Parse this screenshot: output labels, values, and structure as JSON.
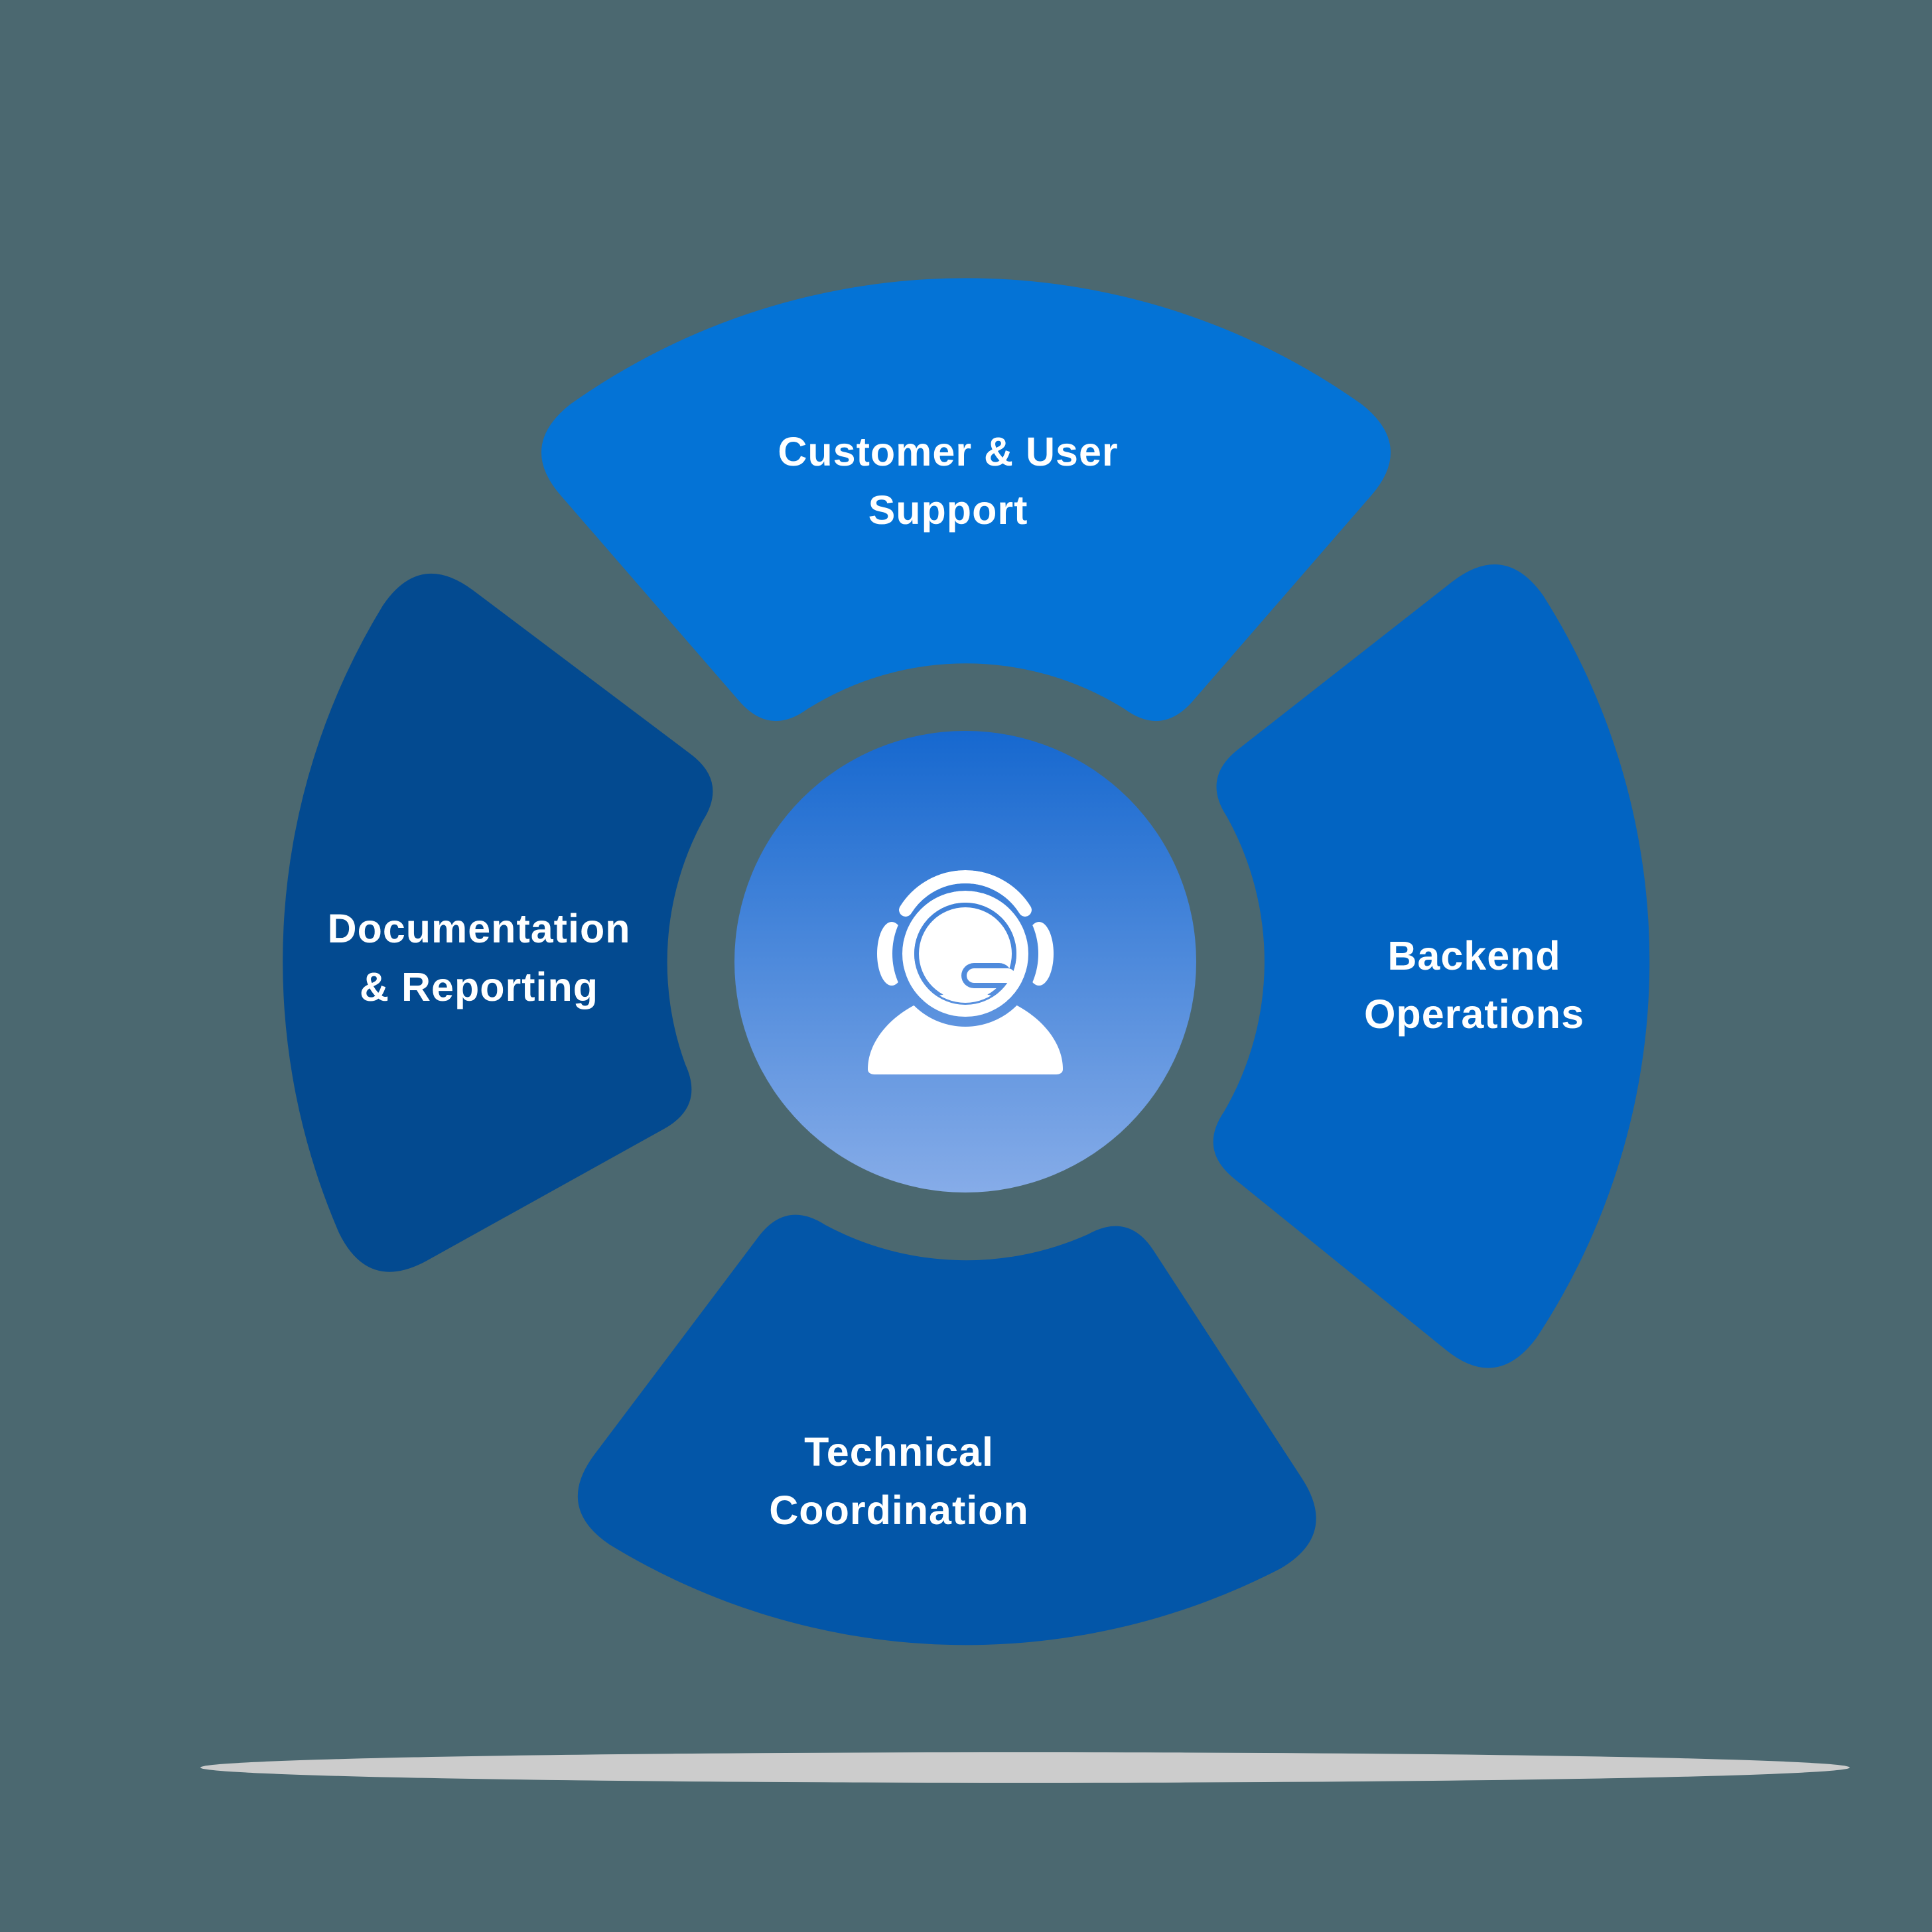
{
  "canvas": {
    "background": "#4b6870",
    "shadow_color": "#cccccc"
  },
  "hub": {
    "icon": "headset-agent-icon",
    "icon_color": "#ffffff",
    "gradient_top": "#1668cf",
    "gradient_bottom": "#86ace8"
  },
  "segments": [
    {
      "id": "customer-user-support",
      "position": "top",
      "label": "Customer & User Support",
      "lines": [
        "Customer & User",
        "Support"
      ],
      "color": "#0473d6",
      "text_color": "#ffffff"
    },
    {
      "id": "backend-operations",
      "position": "right",
      "label": "Backend Operations",
      "lines": [
        "Backend",
        "Operations"
      ],
      "color": "#0264c2",
      "text_color": "#ffffff"
    },
    {
      "id": "technical-coordination",
      "position": "bottom",
      "label": "Technical Coordination",
      "lines": [
        "Technical",
        "Coordination"
      ],
      "color": "#0356a8",
      "text_color": "#ffffff"
    },
    {
      "id": "documentation-reporting",
      "position": "left",
      "label": "Documentation & Reporting",
      "lines": [
        "Documentation",
        "& Reporting"
      ],
      "color": "#034a90",
      "text_color": "#ffffff"
    }
  ]
}
